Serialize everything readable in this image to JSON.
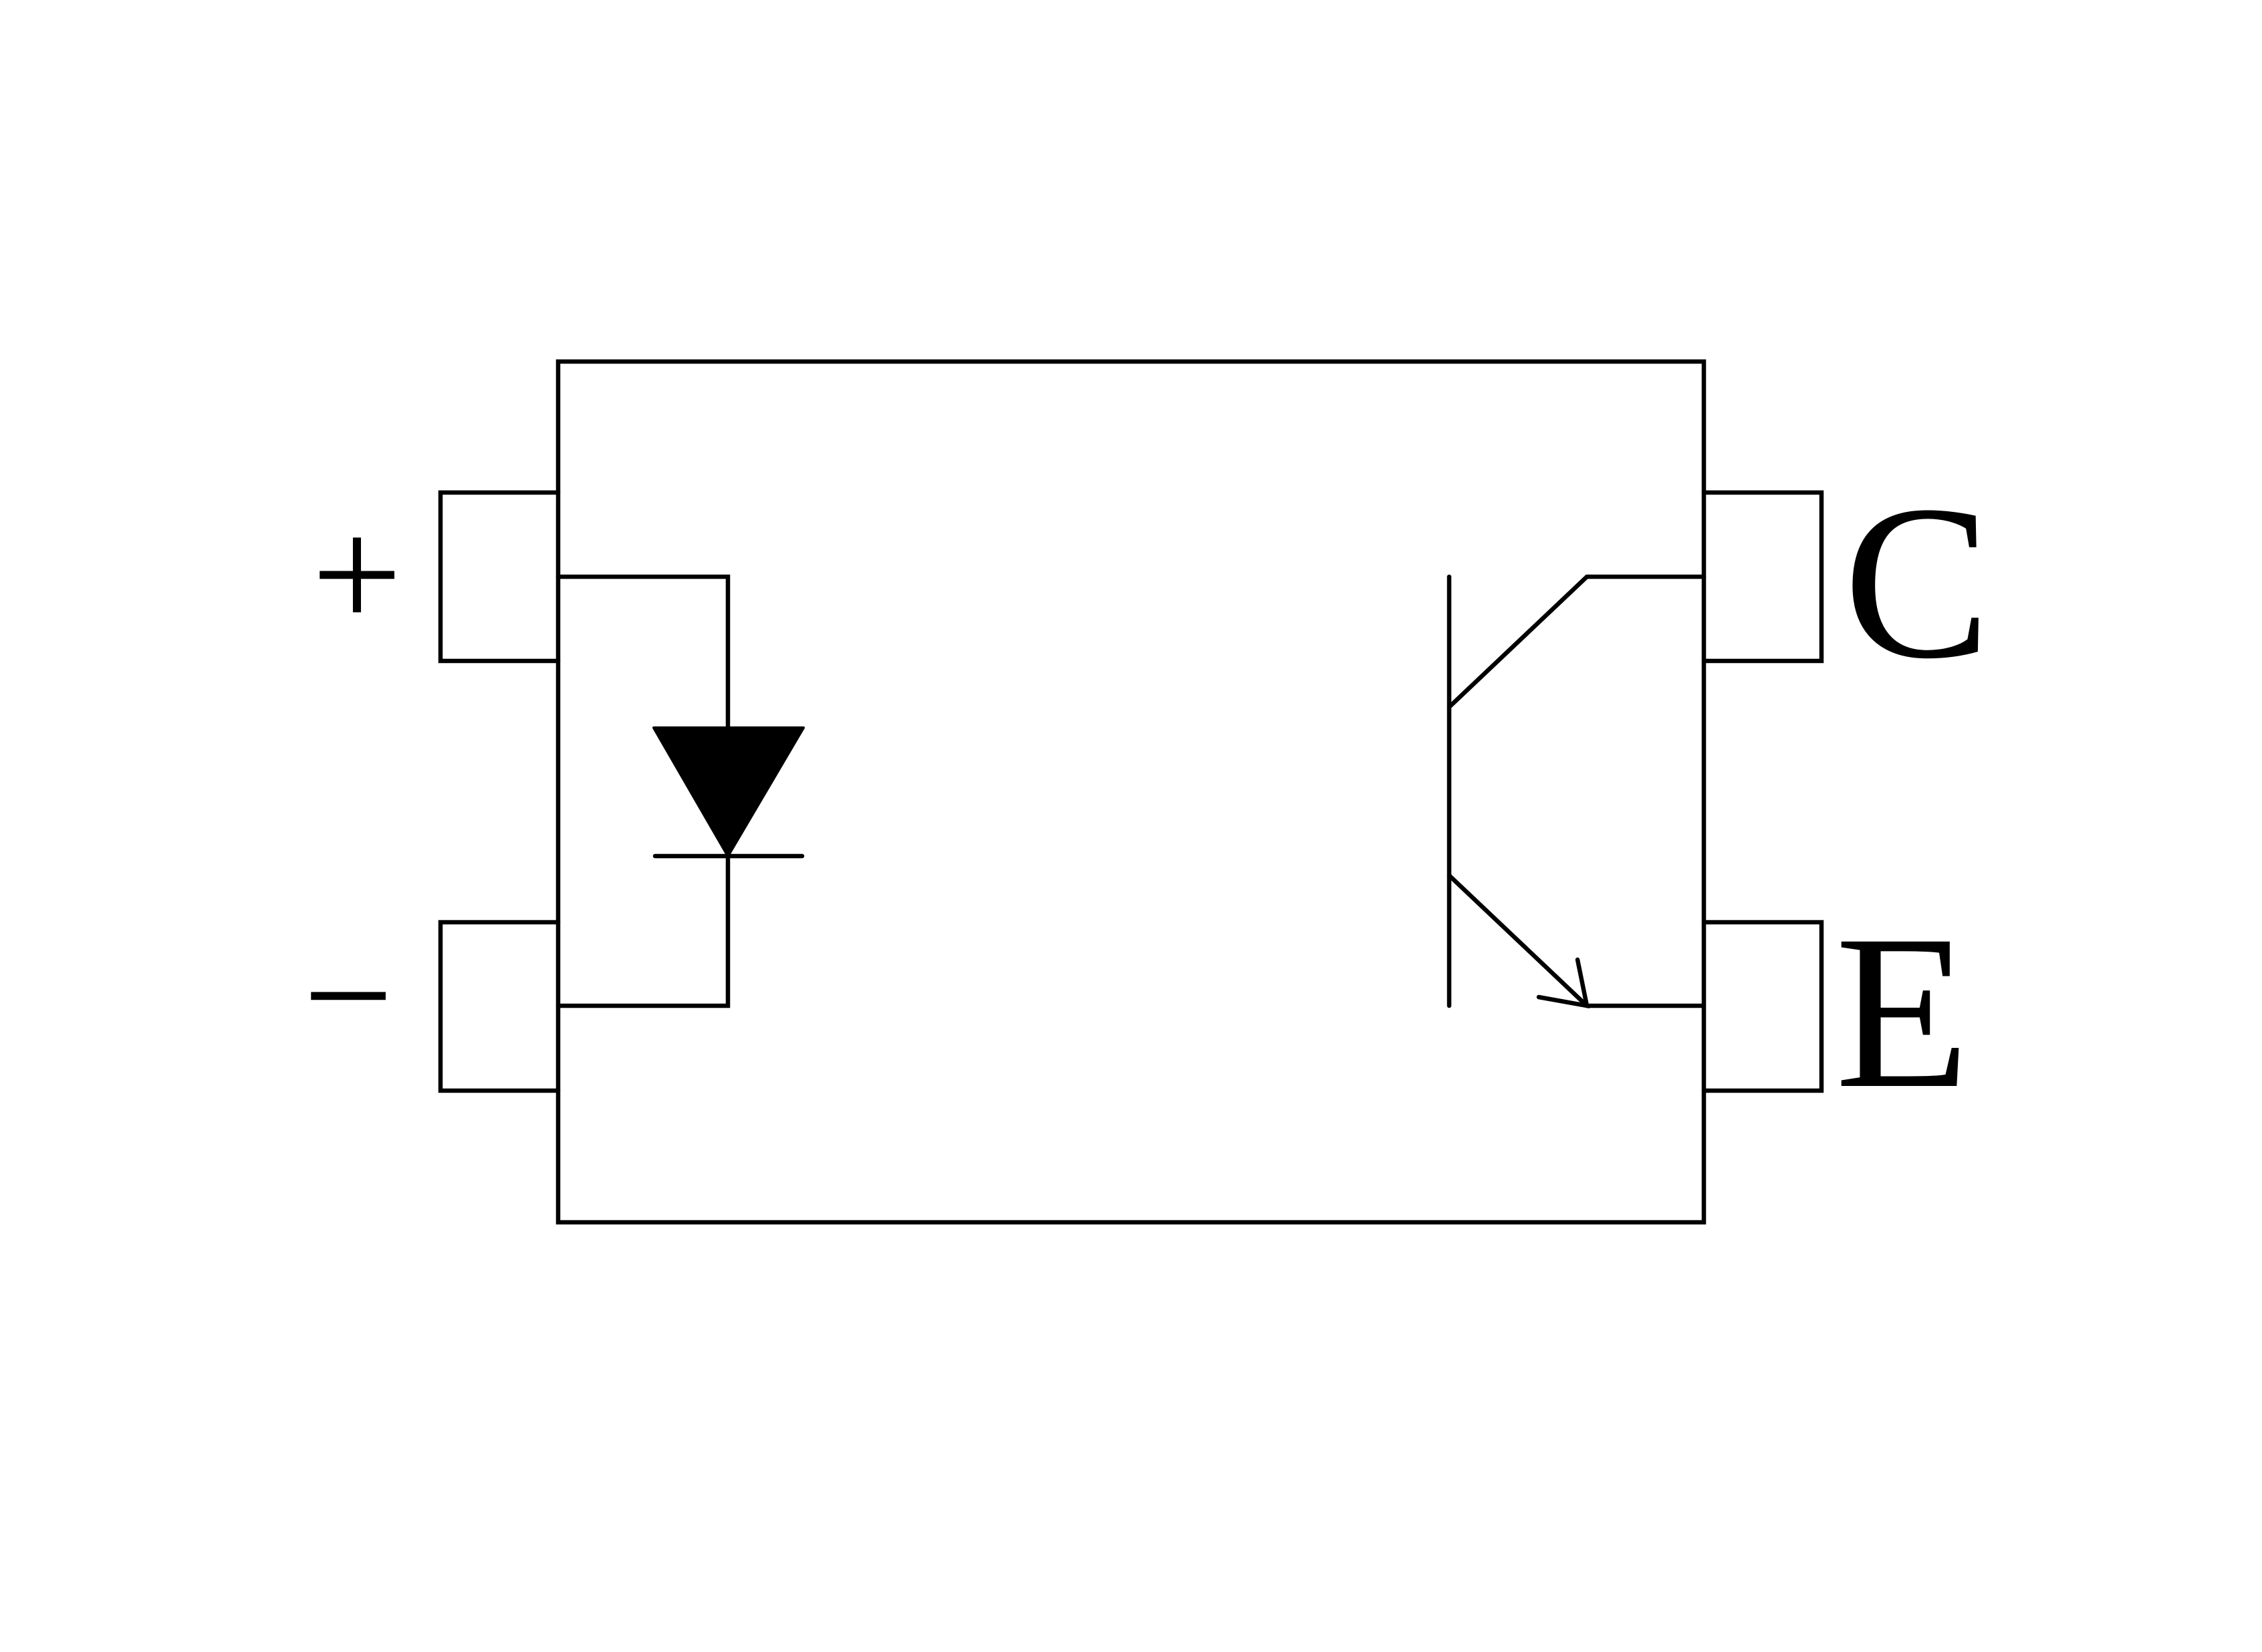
{
  "diagram": {
    "labels": {
      "anode": "+",
      "cathode": "−",
      "collector": "C",
      "emitter": "E"
    },
    "components": {
      "input": "diode",
      "output": "npn-transistor"
    },
    "colors": {
      "stroke": "#000000",
      "background": "#ffffff"
    }
  }
}
